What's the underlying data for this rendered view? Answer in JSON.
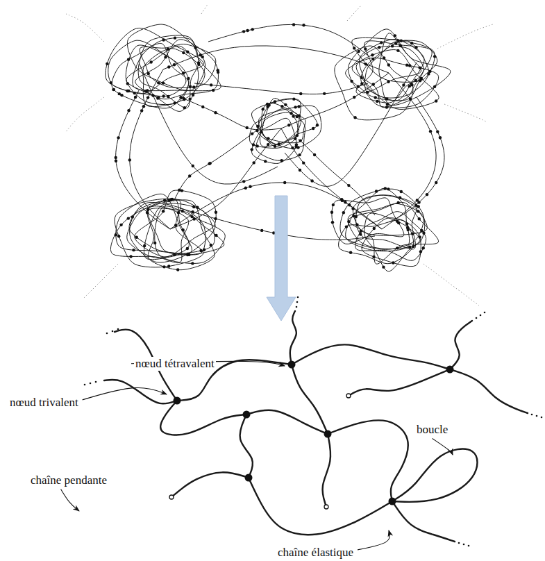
{
  "diagram": {
    "labels": [
      "nœud tétravalent",
      "nœud trivalent",
      "boucle",
      "chaîne pendante",
      "chaîne élastique"
    ]
  }
}
